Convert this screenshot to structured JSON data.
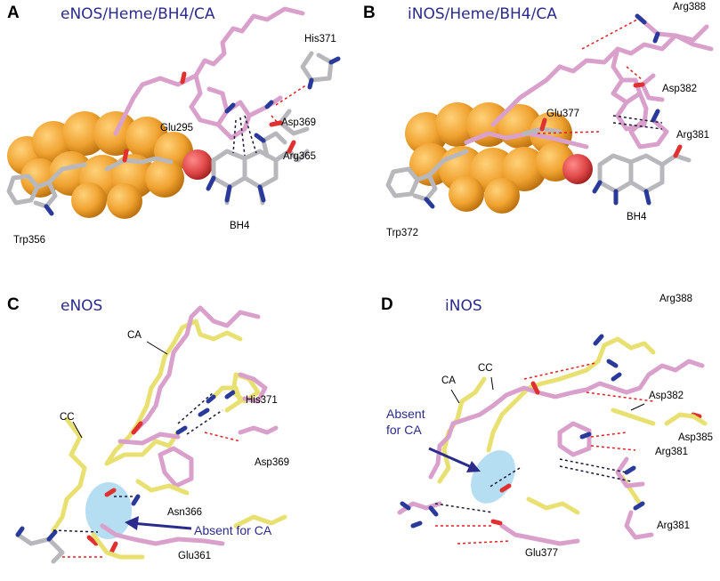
{
  "colors": {
    "heme_sphere": "#f0a230",
    "heme_sphere_dark": "#c47810",
    "iron_oxygen": "#e04848",
    "ligand_pink": "#d9a0cc",
    "ligand_yellow": "#e8e070",
    "carbon_gray": "#b8b8bc",
    "nitrogen": "#2a3a9a",
    "oxygen": "#e03030",
    "hbond_red": "#e02020",
    "hbond_dark": "#1a1a3a",
    "highlight_blue": "#a8d8f0",
    "arrow_navy": "#2b2b8c",
    "title_text": "#2b2b8c"
  },
  "panels": [
    {
      "letter": "A",
      "title": "eNOS/Heme/BH4/CA",
      "labels": [
        "His371",
        "Glu295",
        "Asp369",
        "Arg365",
        "BH4",
        "Trp356"
      ]
    },
    {
      "letter": "B",
      "title": "iNOS/Heme/BH4/CA",
      "labels": [
        "Arg388",
        "Asp382",
        "Glu377",
        "Arg381",
        "BH4",
        "Trp372"
      ]
    },
    {
      "letter": "C",
      "title": "eNOS",
      "labels": [
        "CA",
        "CC",
        "His371",
        "Asp369",
        "Asn366",
        "Glu361"
      ],
      "callout": [
        "Absent for CA"
      ]
    },
    {
      "letter": "D",
      "title": "iNOS",
      "labels": [
        "Arg388",
        "CC",
        "CA",
        "Asp382",
        "Asp385",
        "Arg381",
        "Arg381",
        "Glu377"
      ],
      "callout": [
        "Absent",
        "for CA"
      ]
    }
  ]
}
